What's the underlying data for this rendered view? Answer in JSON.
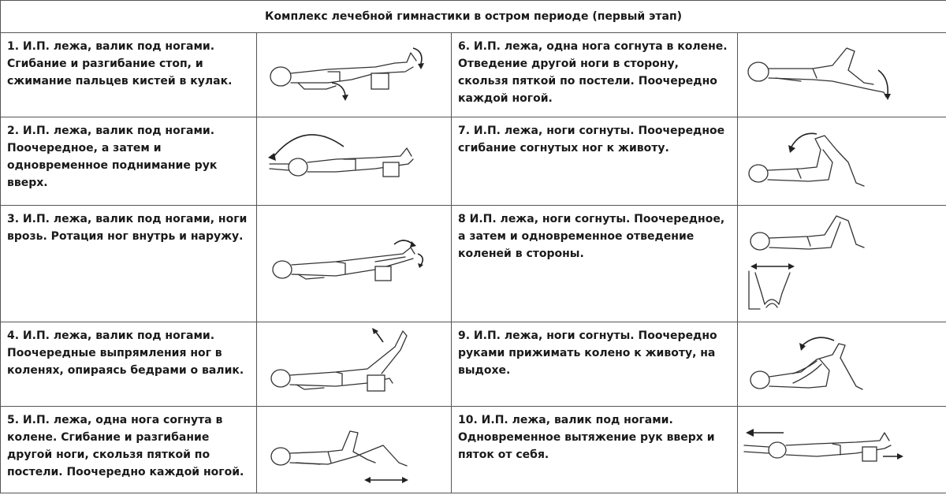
{
  "table": {
    "title": "Комплекс лечебной гимнастики в остром периоде (первый этап)",
    "exercises": [
      {
        "text": "1. И.П. лежа, валик под ногами. Сгибание и разгибание стоп, и сжимание пальцев кистей в кулак."
      },
      {
        "text": "2. И.П. лежа, валик под ногами. Поочередное, а затем и одновременное поднимание рук вверх."
      },
      {
        "text": "3. И.П. лежа, валик под ногами, ноги врозь. Ротация ног внутрь и наружу."
      },
      {
        "text": "4. И.П. лежа, валик под ногами. Поочередные выпрямления ног в коленях, опираясь бедрами о валик."
      },
      {
        "text": "5. И.П. лежа, одна нога согнута в колене. Сгибание и разгибание другой ноги, скользя пяткой по постели. Поочередно каждой ногой."
      },
      {
        "text": "6. И.П. лежа, одна нога согнута в колене. Отведение другой ноги в сторону, скользя пяткой по постели. Поочередно каждой ногой."
      },
      {
        "text": "7. И.П. лежа, ноги согнуты. Поочередное сгибание согнутых ног к животу."
      },
      {
        "text": "8 И.П. лежа, ноги согнуты. Поочередное, а затем и одновременное отведение коленей в стороны."
      },
      {
        "text": "9. И.П. лежа, ноги согнуты. Поочередно руками прижимать колено к животу, на выдохе."
      },
      {
        "text": "10. И.П. лежа, валик под ногами. Одновременное вытяжение рук вверх и пяток от себя."
      }
    ]
  }
}
